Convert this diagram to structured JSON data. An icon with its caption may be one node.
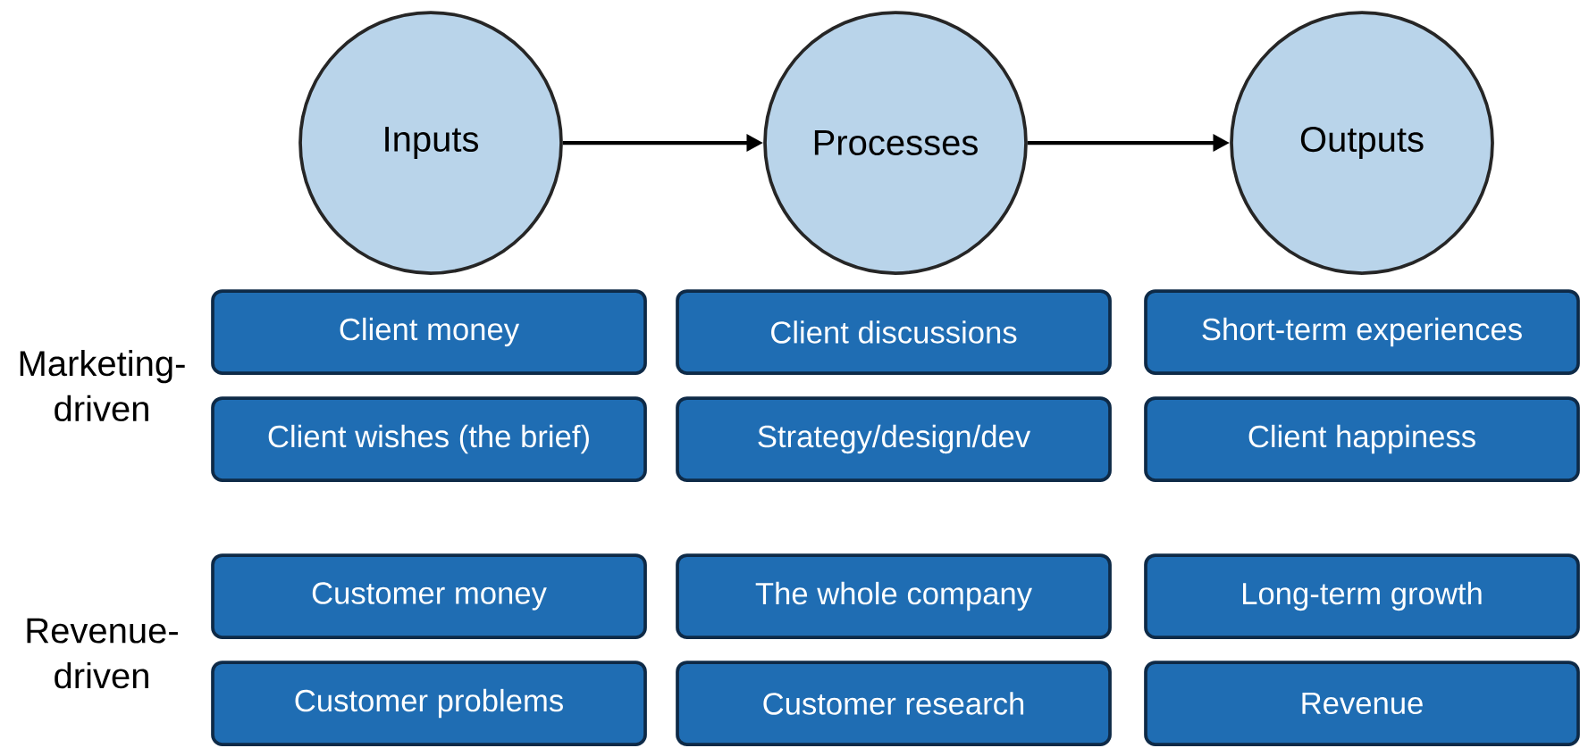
{
  "diagram": {
    "nodes": [
      {
        "text": [
          "Inputs"
        ]
      },
      {
        "text": [
          "Processes"
        ]
      },
      {
        "text": [
          "Outputs"
        ]
      },
      {
        "text": [
          "Client money"
        ]
      },
      {
        "text": [
          "Client discussions"
        ]
      },
      {
        "text": [
          "Short-term experiences"
        ]
      },
      {
        "text": [
          "Client wishes (the brief)"
        ]
      },
      {
        "text": [
          "Strategy/design/dev"
        ]
      },
      {
        "text": [
          "Client happiness"
        ]
      },
      {
        "text": [
          "Customer money"
        ]
      },
      {
        "text": [
          "The whole company"
        ]
      },
      {
        "text": [
          "Long-term growth"
        ]
      },
      {
        "text": [
          "Customer problems"
        ]
      },
      {
        "text": [
          "Customer research"
        ]
      },
      {
        "text": [
          "Revenue"
        ]
      }
    ],
    "edges": [
      {
        "from": 0,
        "to": 1,
        "arrow": "to"
      },
      {
        "from": 1,
        "to": 2,
        "arrow": "to"
      }
    ],
    "labels": [
      "Marketing-driven",
      "Revenue-driven"
    ]
  }
}
